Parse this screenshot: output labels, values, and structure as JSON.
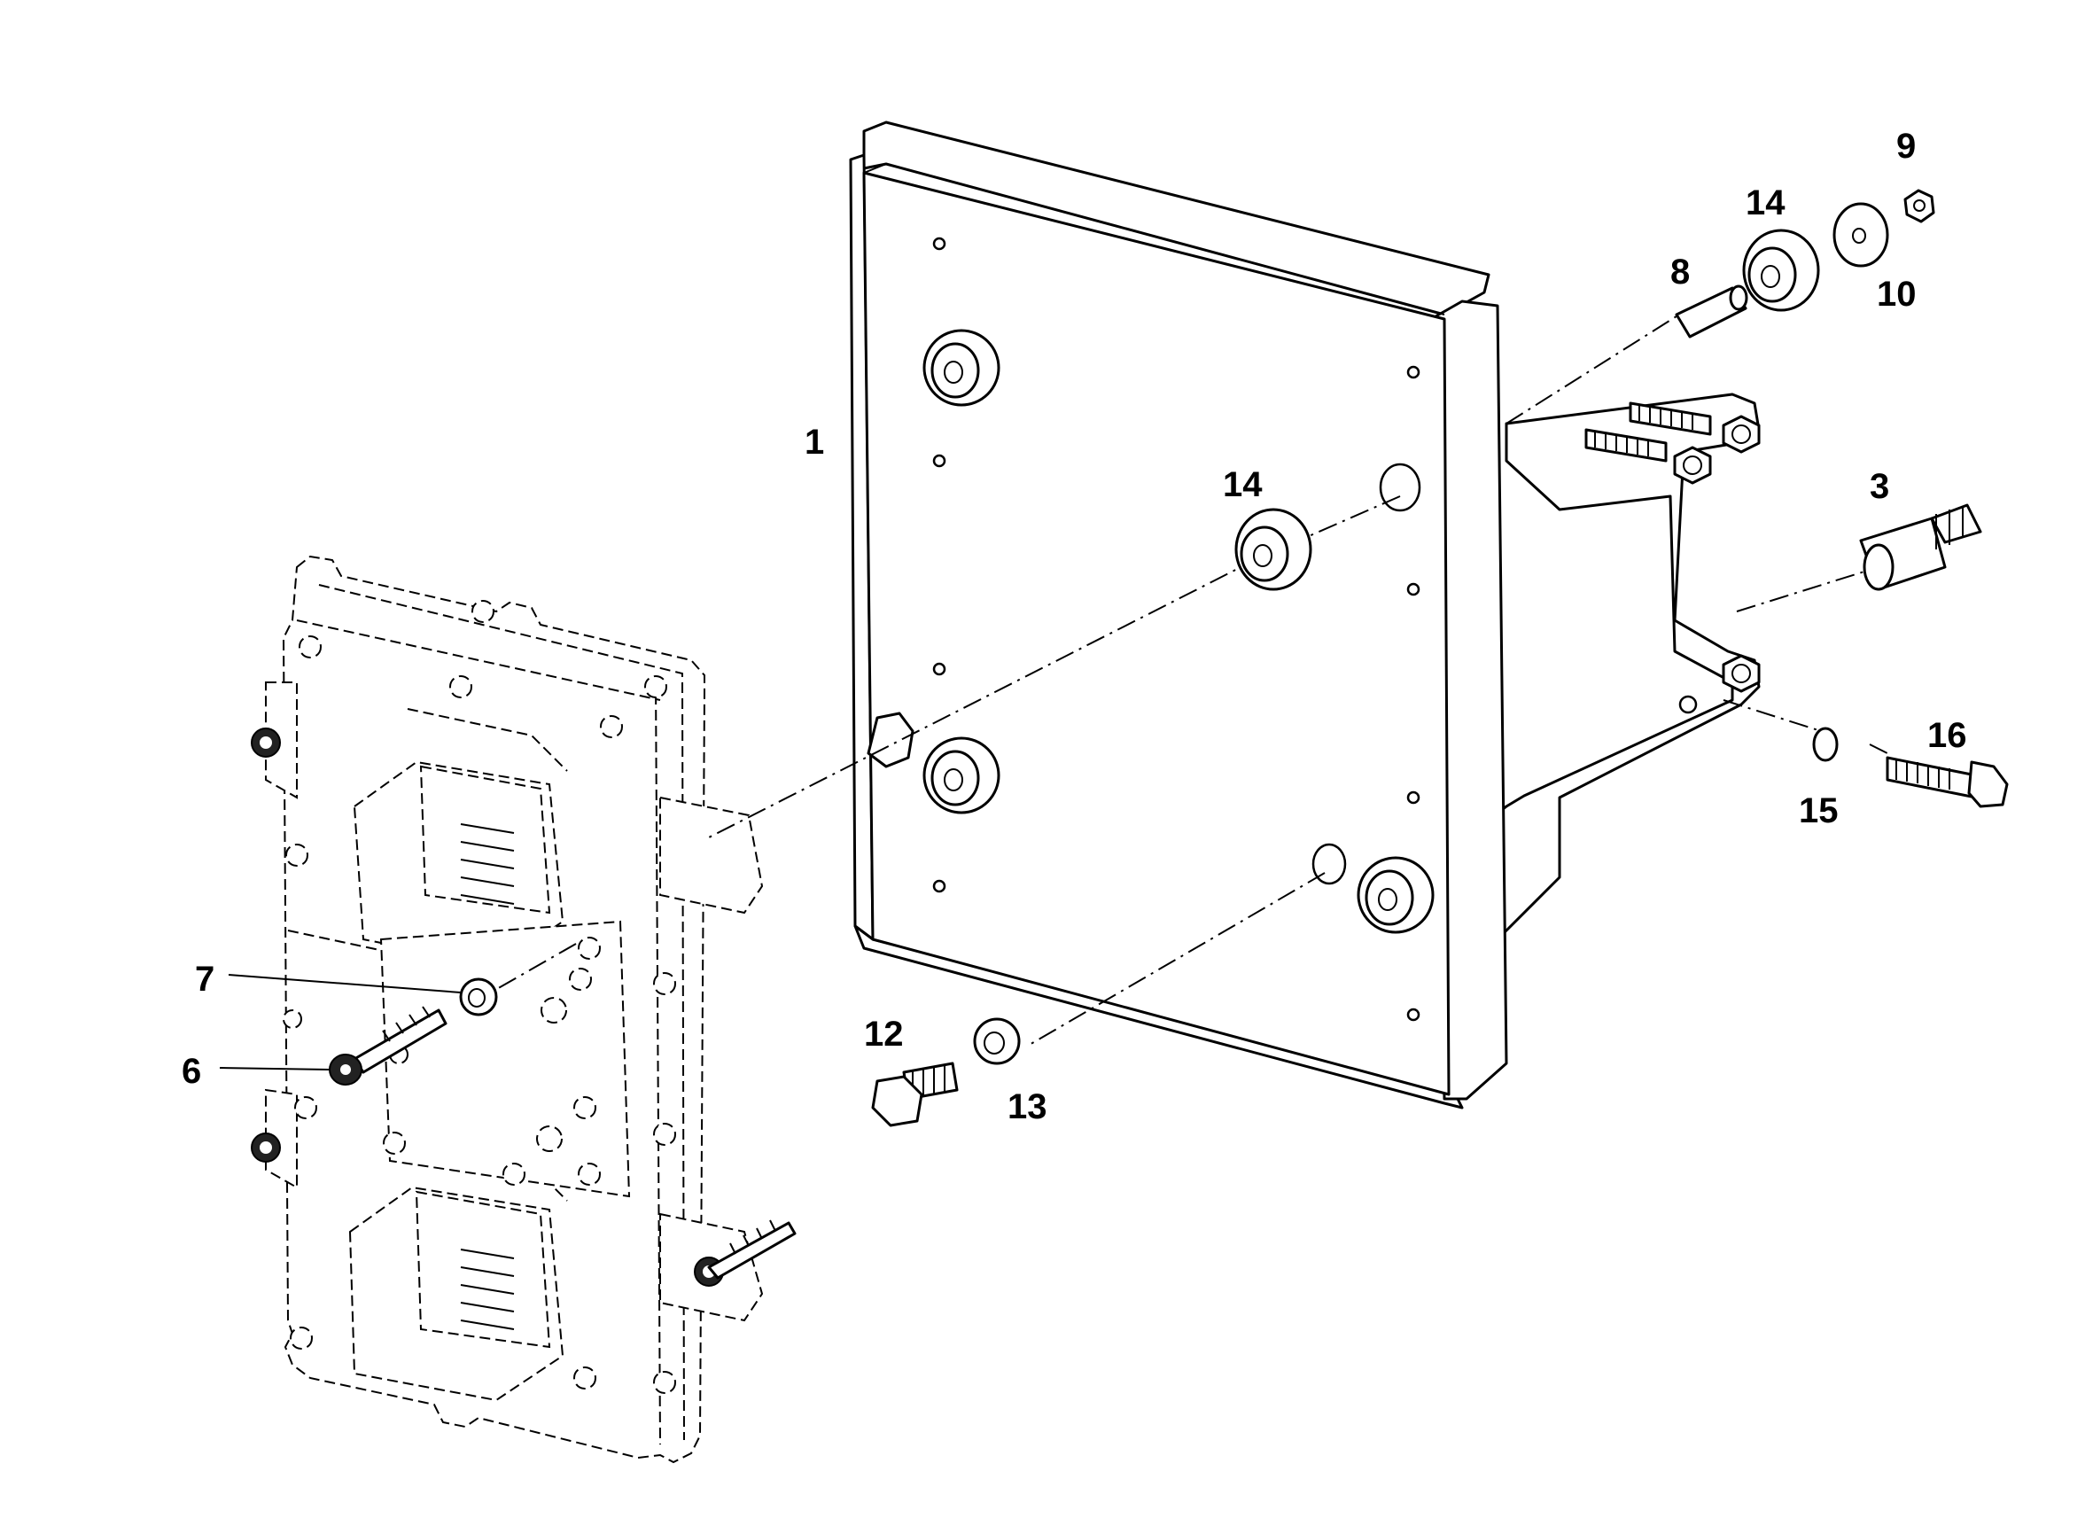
{
  "diagram": {
    "callouts": [
      {
        "id": "c1",
        "label": "1"
      },
      {
        "id": "c3",
        "label": "3"
      },
      {
        "id": "c6",
        "label": "6"
      },
      {
        "id": "c7",
        "label": "7"
      },
      {
        "id": "c8",
        "label": "8"
      },
      {
        "id": "c9",
        "label": "9"
      },
      {
        "id": "c10",
        "label": "10"
      },
      {
        "id": "c12",
        "label": "12"
      },
      {
        "id": "c13",
        "label": "13"
      },
      {
        "id": "c14a",
        "label": "14"
      },
      {
        "id": "c14b",
        "label": "14"
      },
      {
        "id": "c15",
        "label": "15"
      },
      {
        "id": "c16",
        "label": "16"
      }
    ]
  }
}
